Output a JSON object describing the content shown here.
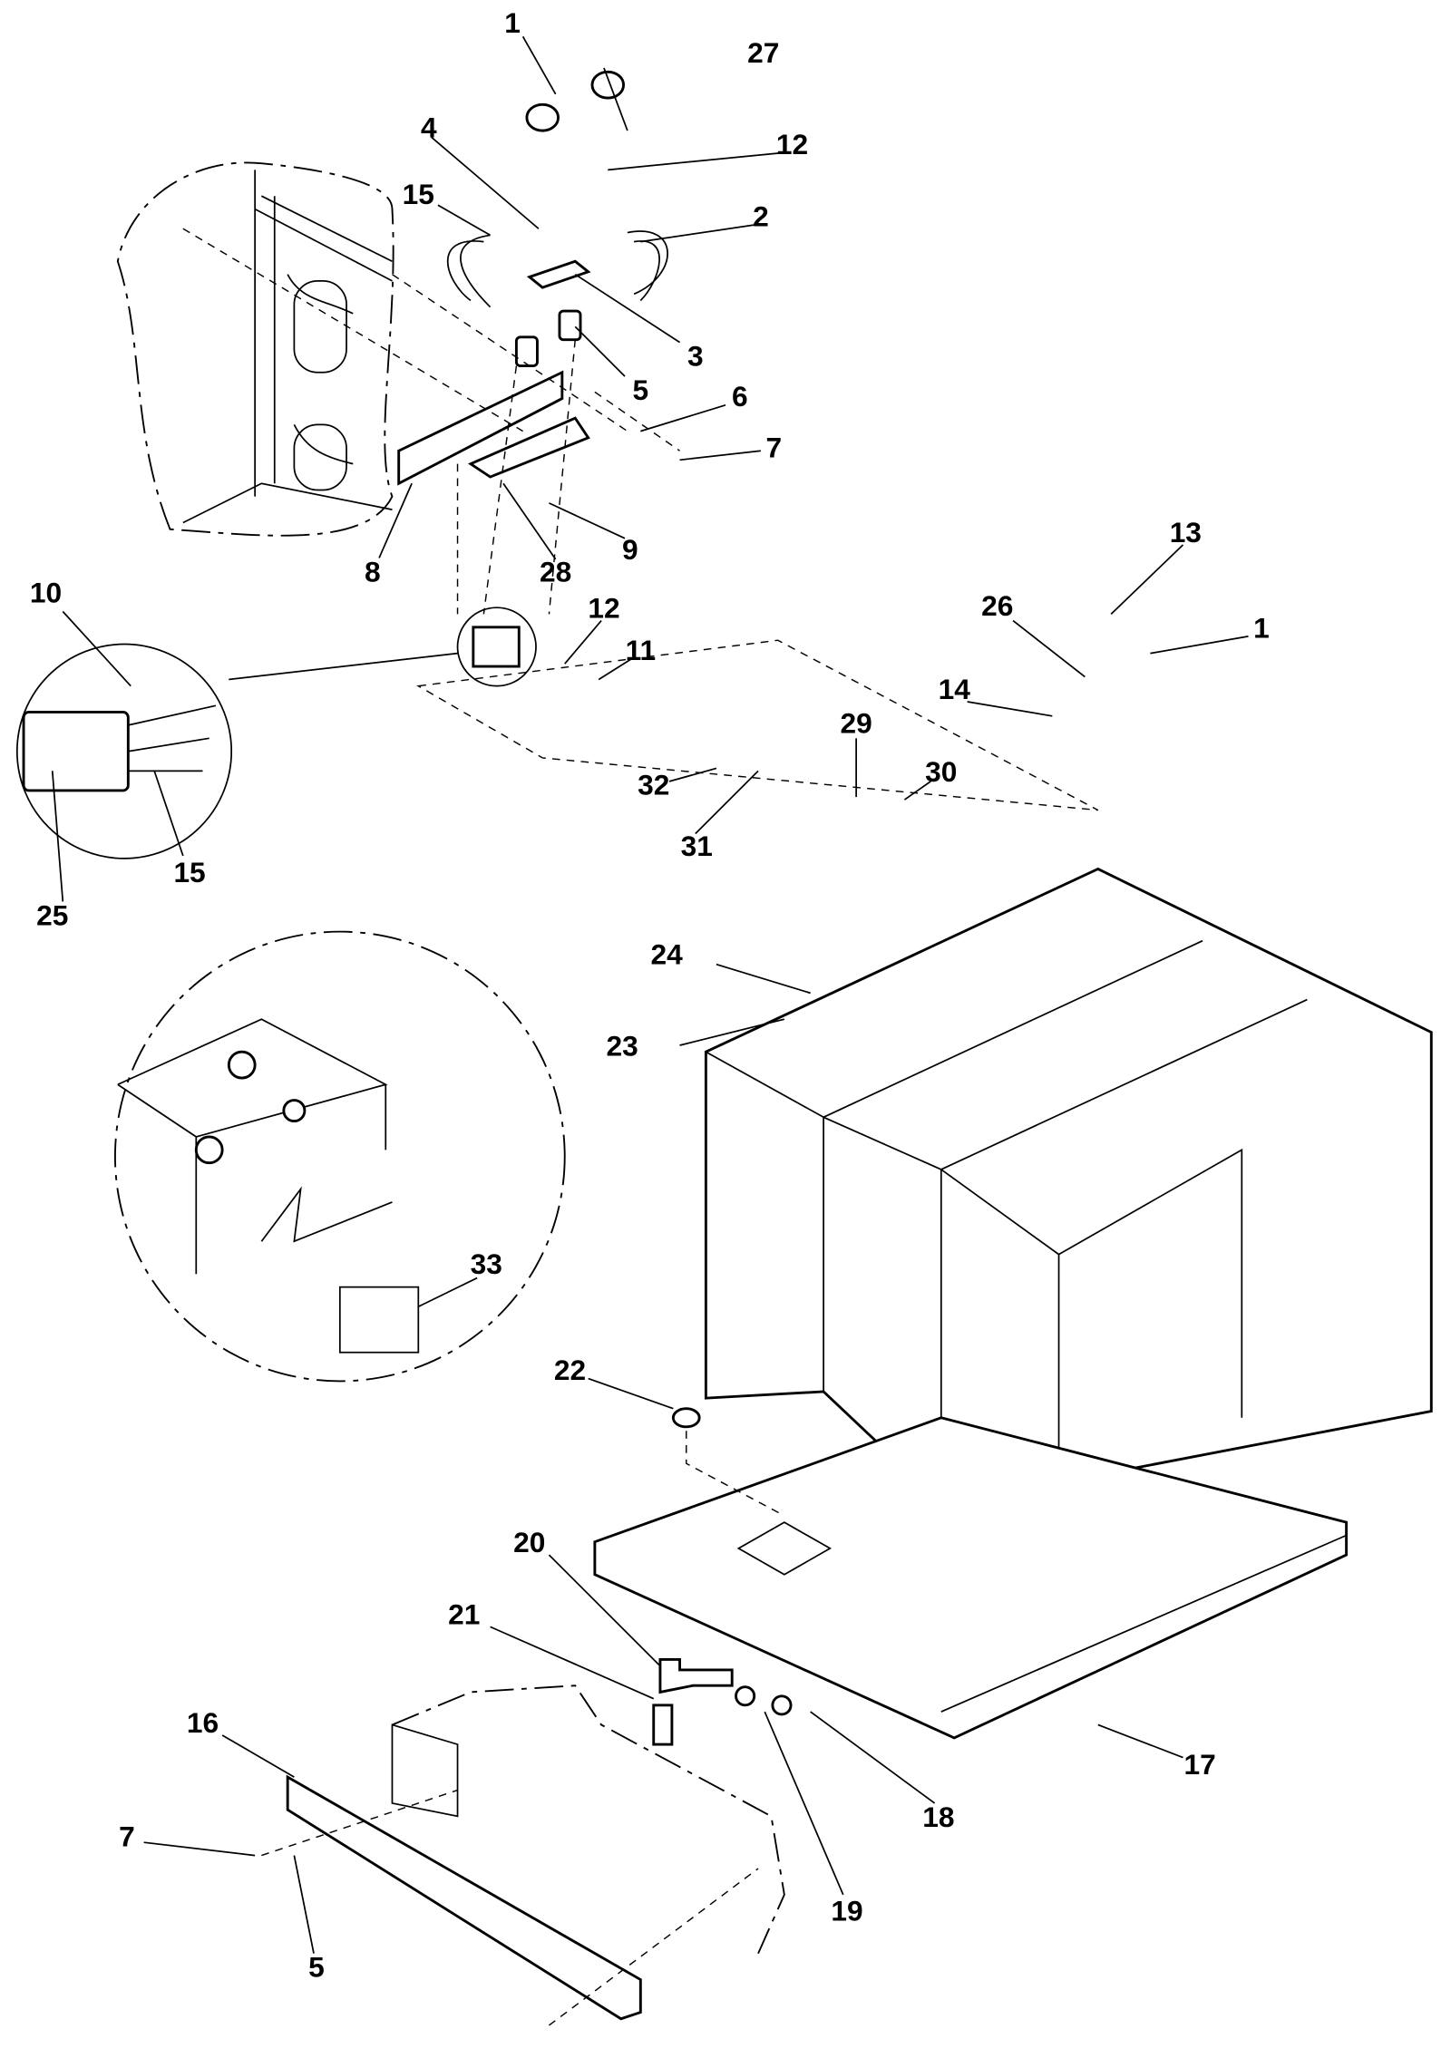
{
  "callouts": [
    "1",
    "27",
    "4",
    "12",
    "15",
    "2",
    "3",
    "5",
    "6",
    "7",
    "8",
    "9",
    "28",
    "13",
    "26",
    "1",
    "12",
    "11",
    "10",
    "14",
    "29",
    "30",
    "32",
    "31",
    "15",
    "25",
    "24",
    "23",
    "33",
    "22",
    "20",
    "21",
    "16",
    "17",
    "18",
    "7",
    "19",
    "5"
  ]
}
